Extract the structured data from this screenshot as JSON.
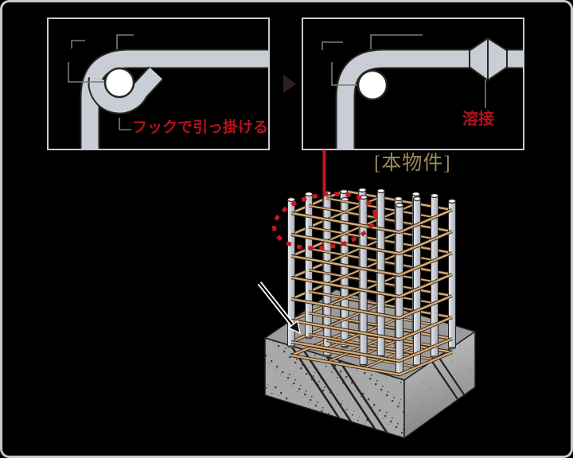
{
  "labels": {
    "hook_caption": "フックで引っ掛ける",
    "weld_caption": "溶接",
    "property_tag": "[本物件]"
  },
  "icons": {
    "panel_transition": "right-triangle-arrow",
    "column_pointer": "diagonal-white-arrow"
  },
  "colors": {
    "background": "#000000",
    "frame_border": "#c9c9c9",
    "panel_border": "#cacaca",
    "steel_light": "#c9cdd5",
    "steel_outline": "#2a2520",
    "cap_white": "#ffffff",
    "rebar_tan": "#d8ac76",
    "rebar_dark": "#2b2118",
    "bar_grad_hi": "#e9ecf1",
    "bar_grad_mid": "#c6cbd4",
    "bar_grad_lo": "#a6acb8",
    "concrete_top": "#9c9c9c",
    "concrete_front": "#a9a9a9",
    "concrete_right_hi": "#c9c9c9",
    "concrete_right_lo": "#858585",
    "concrete_speckle": "#2f2f2f",
    "concrete_edge": "#1d1d1d",
    "highlight_red": "#d11420",
    "connector_red": "#c3161f",
    "text_red": "#b5121c",
    "text_gold": "#9c8b5a",
    "leader_gray": "#7a7a7a",
    "transition_arrow": "#2e211d",
    "pointer_dark": "#111111"
  }
}
